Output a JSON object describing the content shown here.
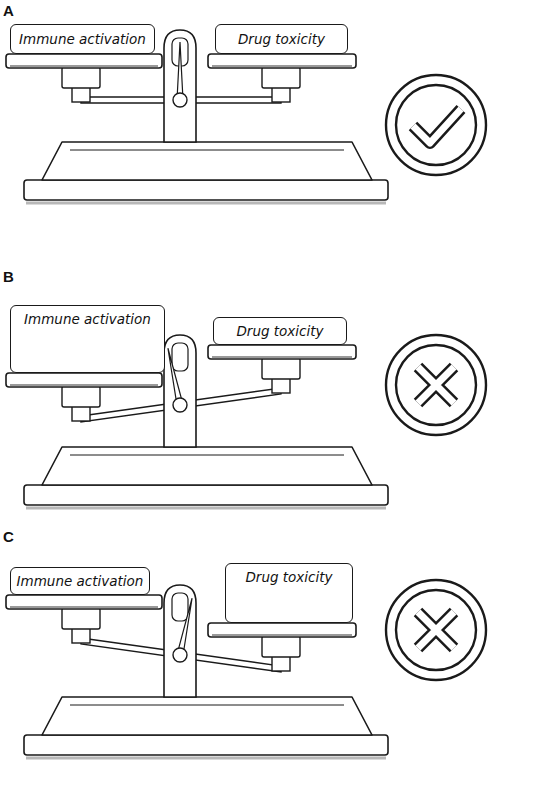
{
  "diagram": {
    "nodes": [
      {
        "text": [
          "Immune activation"
        ]
      },
      {
        "text": [
          "Drug toxicity"
        ]
      },
      {
        "text": [
          "Immune activation"
        ]
      },
      {
        "text": [
          "Drug toxicity"
        ]
      },
      {
        "text": [
          "Immune activation"
        ]
      },
      {
        "text": [
          "Drug toxicity"
        ]
      }
    ],
    "edges": [],
    "labels": [
      "A",
      "B",
      "C"
    ]
  }
}
